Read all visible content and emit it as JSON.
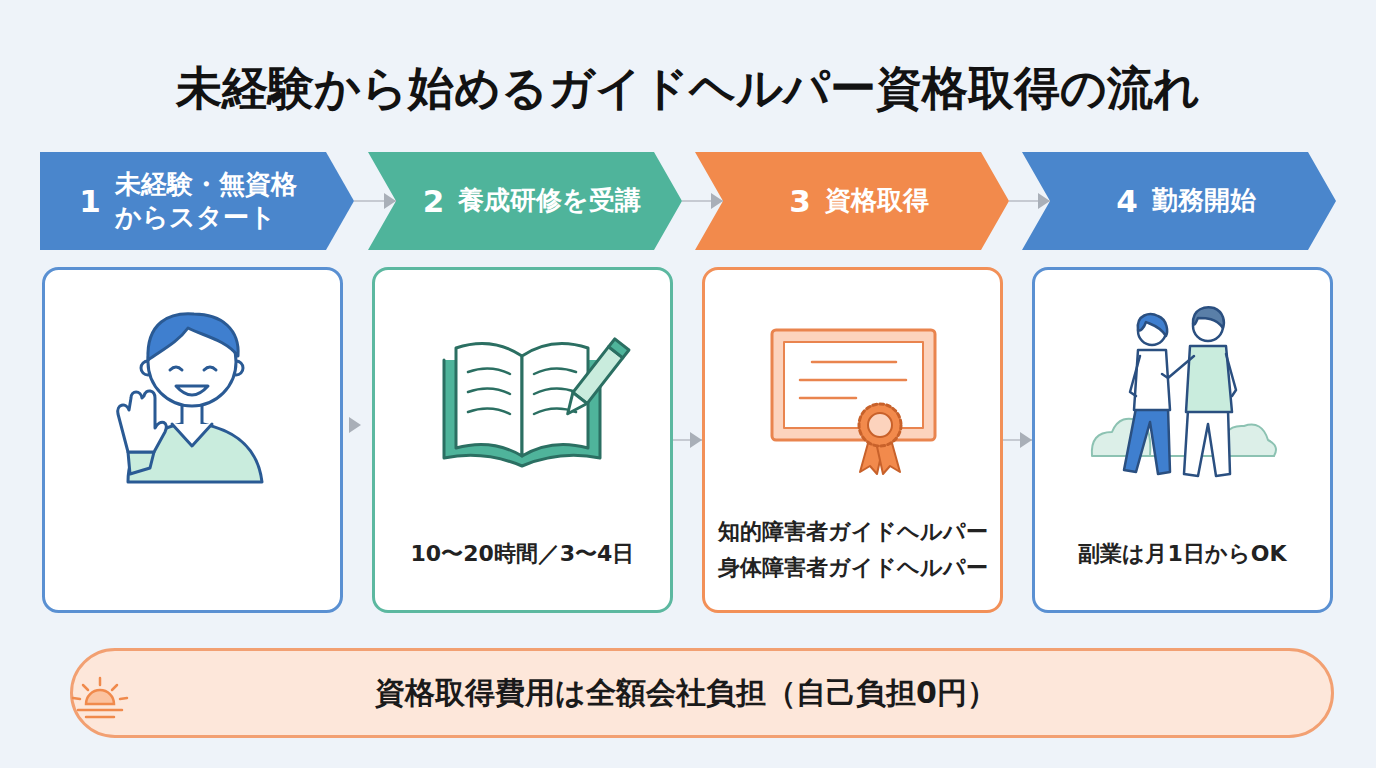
{
  "diagram": {
    "title": "未経験から始めるガイドヘルパー資格取得の流れ",
    "nodes": [
      {
        "text": [
          "1",
          "未経験・無資格 からスタート"
        ]
      },
      {
        "text": [
          "2",
          "養成研修を受講"
        ]
      },
      {
        "text": [
          "3",
          "資格取得"
        ]
      },
      {
        "text": [
          "4",
          "勤務開始"
        ]
      },
      {
        "text": [
          "10〜20時間／3〜4日"
        ]
      },
      {
        "text": [
          "知的障害者ガイドヘルパー",
          "身体障害者ガイドヘルパー"
        ]
      },
      {
        "text": [
          "副業は月1日からOK"
        ]
      },
      {
        "text": [
          "資格取得費用は全額会社負担（自己負担0円）"
        ]
      }
    ],
    "edges": [
      {
        "from": 0,
        "to": 1,
        "arrow": "to"
      },
      {
        "from": 1,
        "to": 2,
        "arrow": "to"
      },
      {
        "from": 2,
        "to": 3,
        "arrow": "to"
      },
      {
        "from": 4,
        "to": 5,
        "arrow": "to"
      },
      {
        "from": 5,
        "to": 6,
        "arrow": "to"
      }
    ]
  }
}
